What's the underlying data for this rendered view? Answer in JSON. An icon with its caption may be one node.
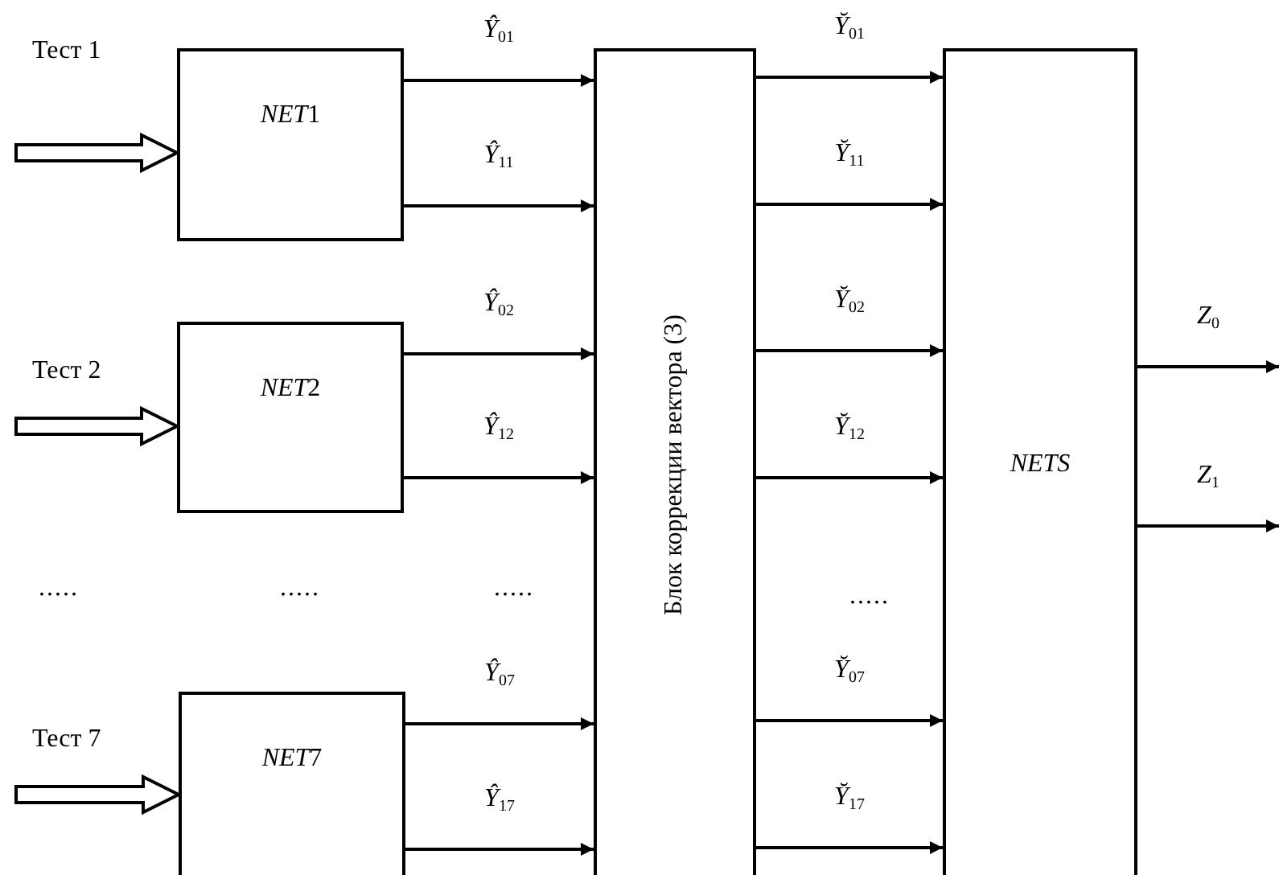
{
  "diagram": {
    "nodes": [
      {
        "text": [
          "NET1"
        ]
      },
      {
        "text": [
          "NET2"
        ]
      },
      {
        "text": [
          "NET7"
        ]
      },
      {
        "text": [
          "Блок коррекции вектора (3)"
        ]
      },
      {
        "text": [
          "NETS"
        ]
      }
    ],
    "edges": [
      {
        "from": null,
        "to": 0,
        "arrow": "to",
        "label": "Тест 1",
        "style": "thick"
      },
      {
        "from": null,
        "to": 1,
        "arrow": "to",
        "label": "Тест 2",
        "style": "thick"
      },
      {
        "from": null,
        "to": 2,
        "arrow": "to",
        "label": "Тест 7",
        "style": "thick"
      },
      {
        "from": 0,
        "to": 3,
        "arrow": "to",
        "label": "*Ŷ*$_{01}$"
      },
      {
        "from": 0,
        "to": 3,
        "arrow": "to",
        "label": "*Ŷ*$_{11}$"
      },
      {
        "from": 1,
        "to": 3,
        "arrow": "to",
        "label": "*Ŷ*$_{02}$"
      },
      {
        "from": 1,
        "to": 3,
        "arrow": "to",
        "label": "*Ŷ*$_{12}$"
      },
      {
        "from": 2,
        "to": 3,
        "arrow": "to",
        "label": "*Ŷ*$_{07}$"
      },
      {
        "from": 2,
        "to": 3,
        "arrow": "to",
        "label": "*Ŷ*$_{17}$"
      },
      {
        "from": 3,
        "to": 4,
        "arrow": "to",
        "label": "*Y̆*$_{01}$"
      },
      {
        "from": 3,
        "to": 4,
        "arrow": "to",
        "label": "*Y̆*$_{11}$"
      },
      {
        "from": 3,
        "to": 4,
        "arrow": "to",
        "label": "*Y̆*$_{02}$"
      },
      {
        "from": 3,
        "to": 4,
        "arrow": "to",
        "label": "*Y̆*$_{12}$"
      },
      {
        "from": 3,
        "to": 4,
        "arrow": "to",
        "label": "*Y̆*$_{07}$"
      },
      {
        "from": 3,
        "to": 4,
        "arrow": "to",
        "label": "*Y̆*$_{17}$"
      },
      {
        "from": 4,
        "to": null,
        "arrow": "to",
        "label": "*Z*$_{0}$"
      },
      {
        "from": 4,
        "to": null,
        "arrow": "to",
        "label": "*Z*$_{1}$"
      }
    ],
    "labels": [
      ".....",
      ".....",
      ".....",
      "....."
    ]
  }
}
